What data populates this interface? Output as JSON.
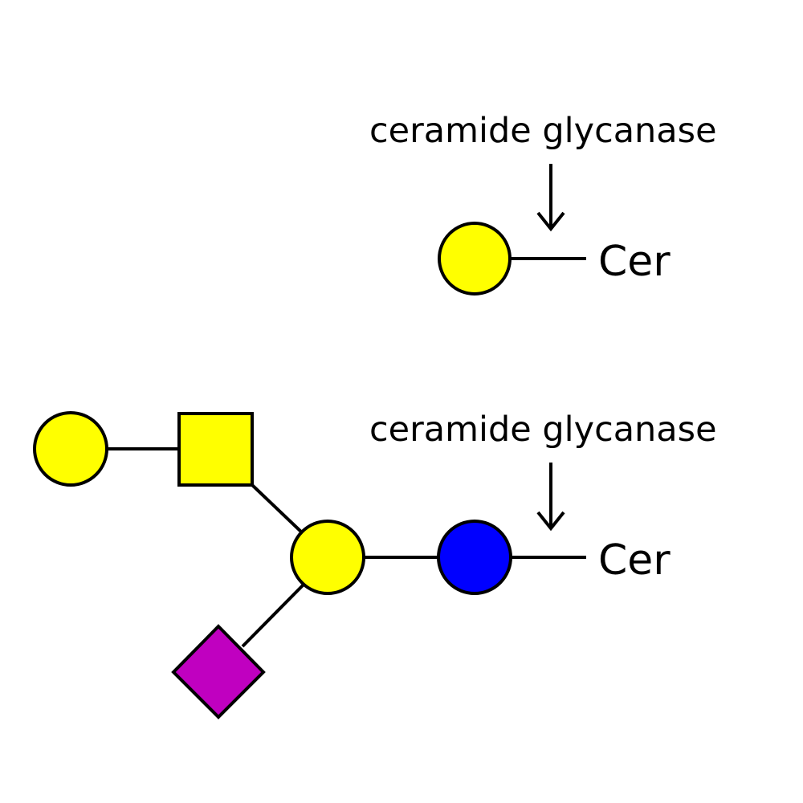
{
  "colors": {
    "galactose": "#FFFF00",
    "glucose": "#0000FF",
    "galnac": "#FFFF00",
    "sialic_acid": "#C000C0",
    "line": "#000000"
  },
  "top": {
    "enzyme_label": "ceramide glycanase",
    "aglycone_label": "Cer",
    "residues": [
      {
        "shape": "circle",
        "color": "yellow"
      }
    ]
  },
  "bottom": {
    "enzyme_label": "ceramide glycanase",
    "aglycone_label": "Cer",
    "residues": [
      {
        "shape": "circle",
        "color": "blue"
      },
      {
        "shape": "circle",
        "color": "yellow"
      },
      {
        "shape": "square",
        "color": "yellow"
      },
      {
        "shape": "circle",
        "color": "yellow"
      },
      {
        "shape": "diamond",
        "color": "magenta"
      }
    ]
  }
}
